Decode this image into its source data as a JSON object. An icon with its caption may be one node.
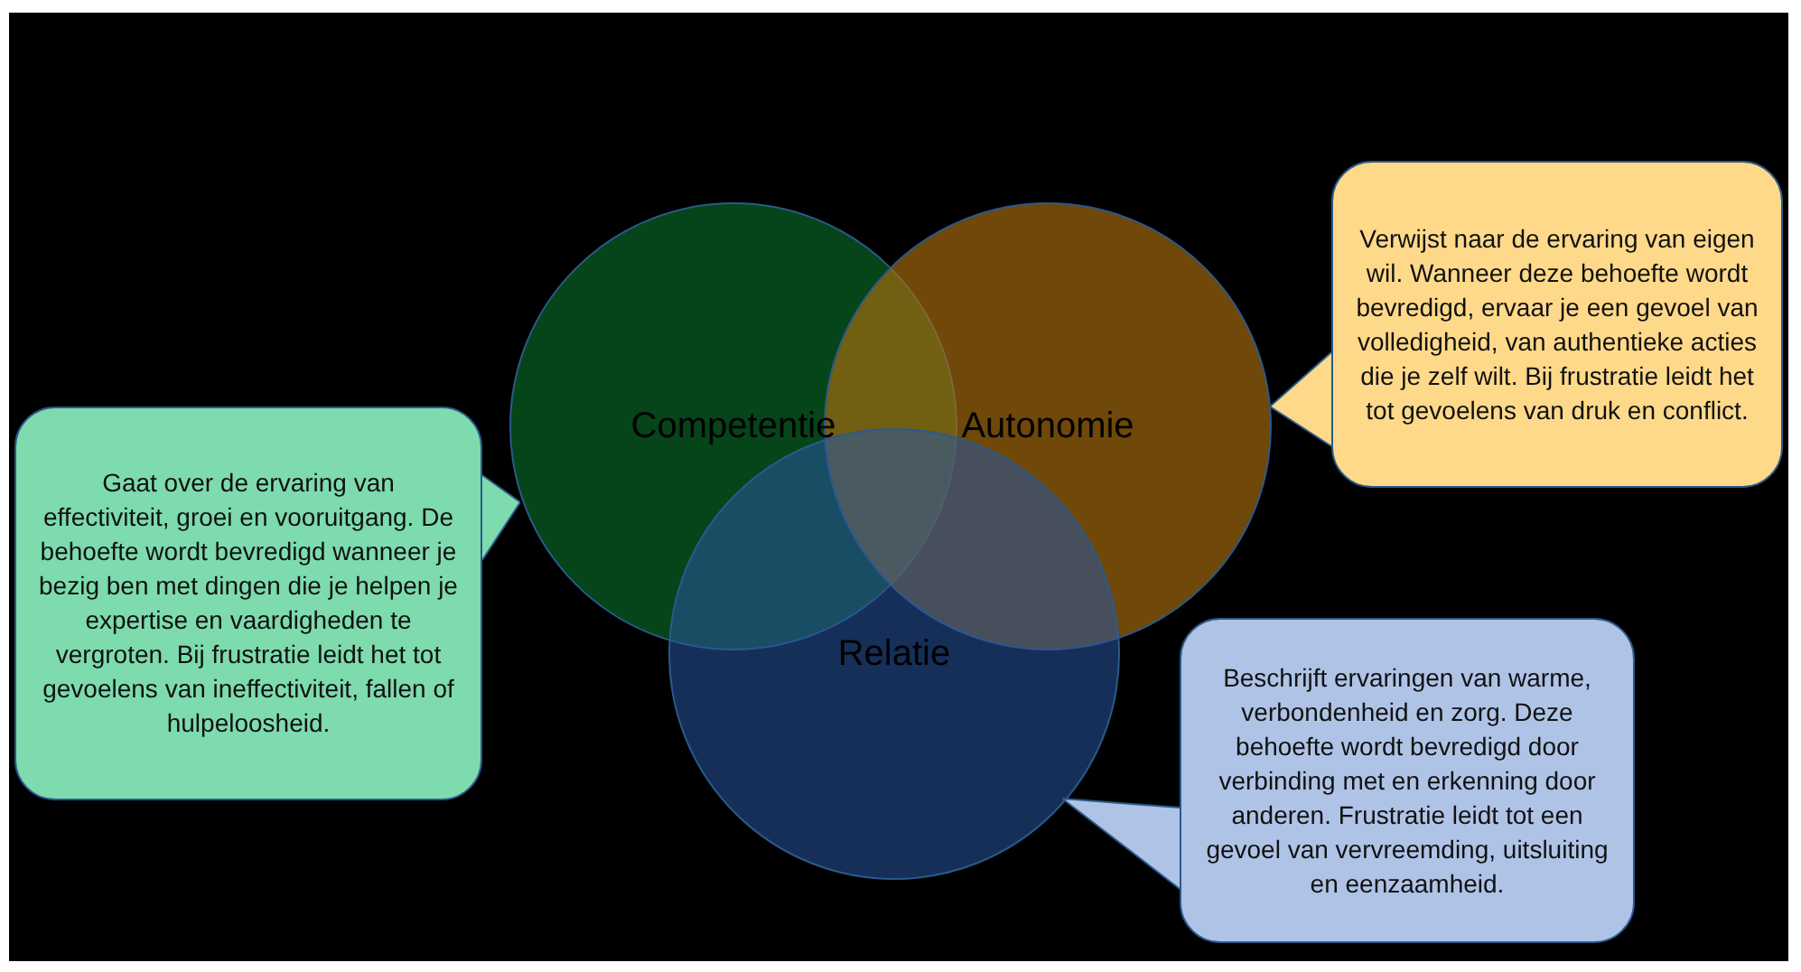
{
  "diagram": {
    "nodes": [
      {
        "text": [
          "Competentie"
        ]
      },
      {
        "text": [
          "Autonomie"
        ]
      },
      {
        "text": [
          "Relatie"
        ]
      },
      {
        "text": [
          "Verwijst naar de ervaring van eigen wil. Wanneer deze behoefte wordt bevredigd, ervaar je een gevoel van volledigheid, van authentieke acties die je zelf wilt. Bij frustratie leidt het tot gevoelens van druk en conflict."
        ]
      },
      {
        "text": [
          "Gaat over de ervaring van effectiviteit, groei en vooruitgang. De behoefte wordt bevredigd wanneer je bezig ben met dingen die je helpen je expertise en vaardigheden te vergroten. Bij frustratie leidt het tot gevoelens van ineffectiviteit, fallen of hulpeloosheid."
        ]
      },
      {
        "text": [
          "Beschrijft ervaringen van warme, verbondenheid en zorg. Deze behoefte wordt bevredigd door verbinding met en erkenning door anderen. Frustratie leidt tot een gevoel van vervreemding, uitsluiting en eenzaamheid."
        ]
      }
    ]
  }
}
